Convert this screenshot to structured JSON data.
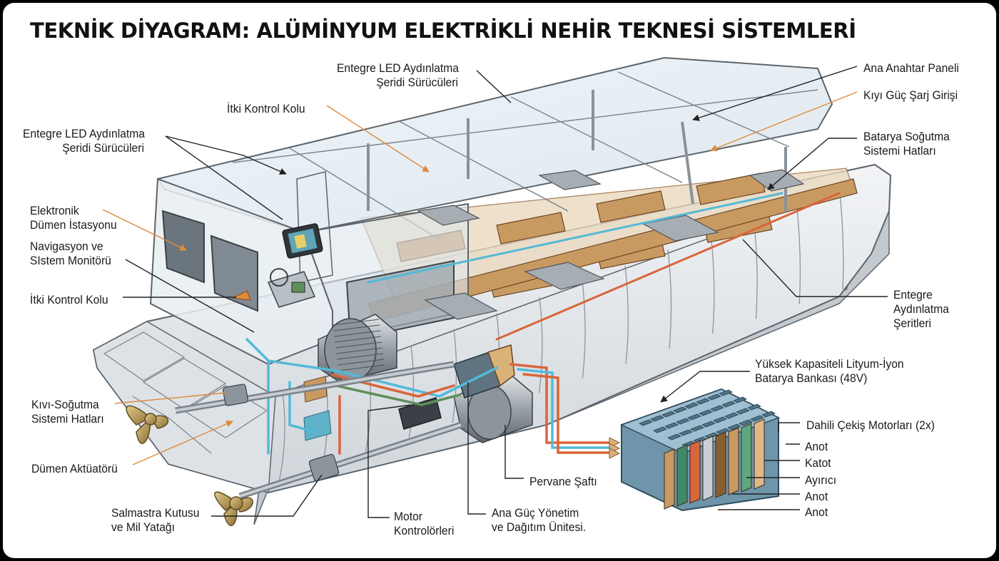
{
  "title": "TEKNİK DİYAGRAM: ALÜMİNYUM ELEKTRİKLİ NEHİR TEKNESİ SİSTEMLERİ",
  "colors": {
    "hull": "#e9ecef",
    "hull_stroke": "#5d646b",
    "glass": "#dfe9f0",
    "wood": "#c89a62",
    "wood_dark": "#8b5e32",
    "coolant": "#53b9d8",
    "power": "#d9653a",
    "leader_black": "#222222",
    "leader_orange": "#e08a3a",
    "battery_blue": "#7fa3b8",
    "propeller": "#b79a58"
  },
  "labels": {
    "led_drivers_top": [
      "Entegre LED Aydınlatma",
      "Şeridi Sürücüleri"
    ],
    "thrust_lever_top": [
      "İtki Kontrol Kolu"
    ],
    "led_drivers_left": [
      "Entegre LED Aydınlatma",
      "Şeridi Sürücüleri"
    ],
    "electronic_helm": [
      "Elektronik",
      "Dümen İstasyonu"
    ],
    "nav_monitor": [
      "Navigasyon ve",
      "SIstem Monitörü"
    ],
    "thrust_lever_left": [
      "İtki Kontrol Kolu"
    ],
    "shore_cooling": [
      "Kıvı-Soğutma",
      "Sistemi Hatları"
    ],
    "rudder_actuator": [
      "Dümen Aktüatörü"
    ],
    "stuffing_box": [
      "Salmastra Kutusu",
      "ve Mil Yatağı"
    ],
    "motor_controllers": [
      "Motor",
      "Kontrolörleri"
    ],
    "power_mgmt": [
      "Ana Güç Yönetim",
      "ve Dağıtım Ünitesi."
    ],
    "prop_shaft": [
      "Pervane Şaftı"
    ],
    "main_switch": [
      "Ana Anahtar Paneli"
    ],
    "shore_power": [
      "Kıyı Güç Şarj Girişi"
    ],
    "battery_cooling": [
      "Batarya Soğutma",
      "Sistemi Hatları"
    ],
    "led_strips": [
      "Entegre",
      "Aydınlatma",
      "Şeritleri"
    ],
    "battery_bank": [
      "Yüksek Kapasiteli Lityum-İyon",
      "Batarya Bankası (48V)"
    ],
    "drive_motors": [
      "Dahili Çekiş Motorları (2x)"
    ],
    "cell_anode_1": [
      "Anot"
    ],
    "cell_cathode": [
      "Katot"
    ],
    "cell_separator": [
      "Ayırıcı"
    ],
    "cell_anode_2": [
      "Anot"
    ],
    "cell_anode_3": [
      "Anot"
    ]
  }
}
